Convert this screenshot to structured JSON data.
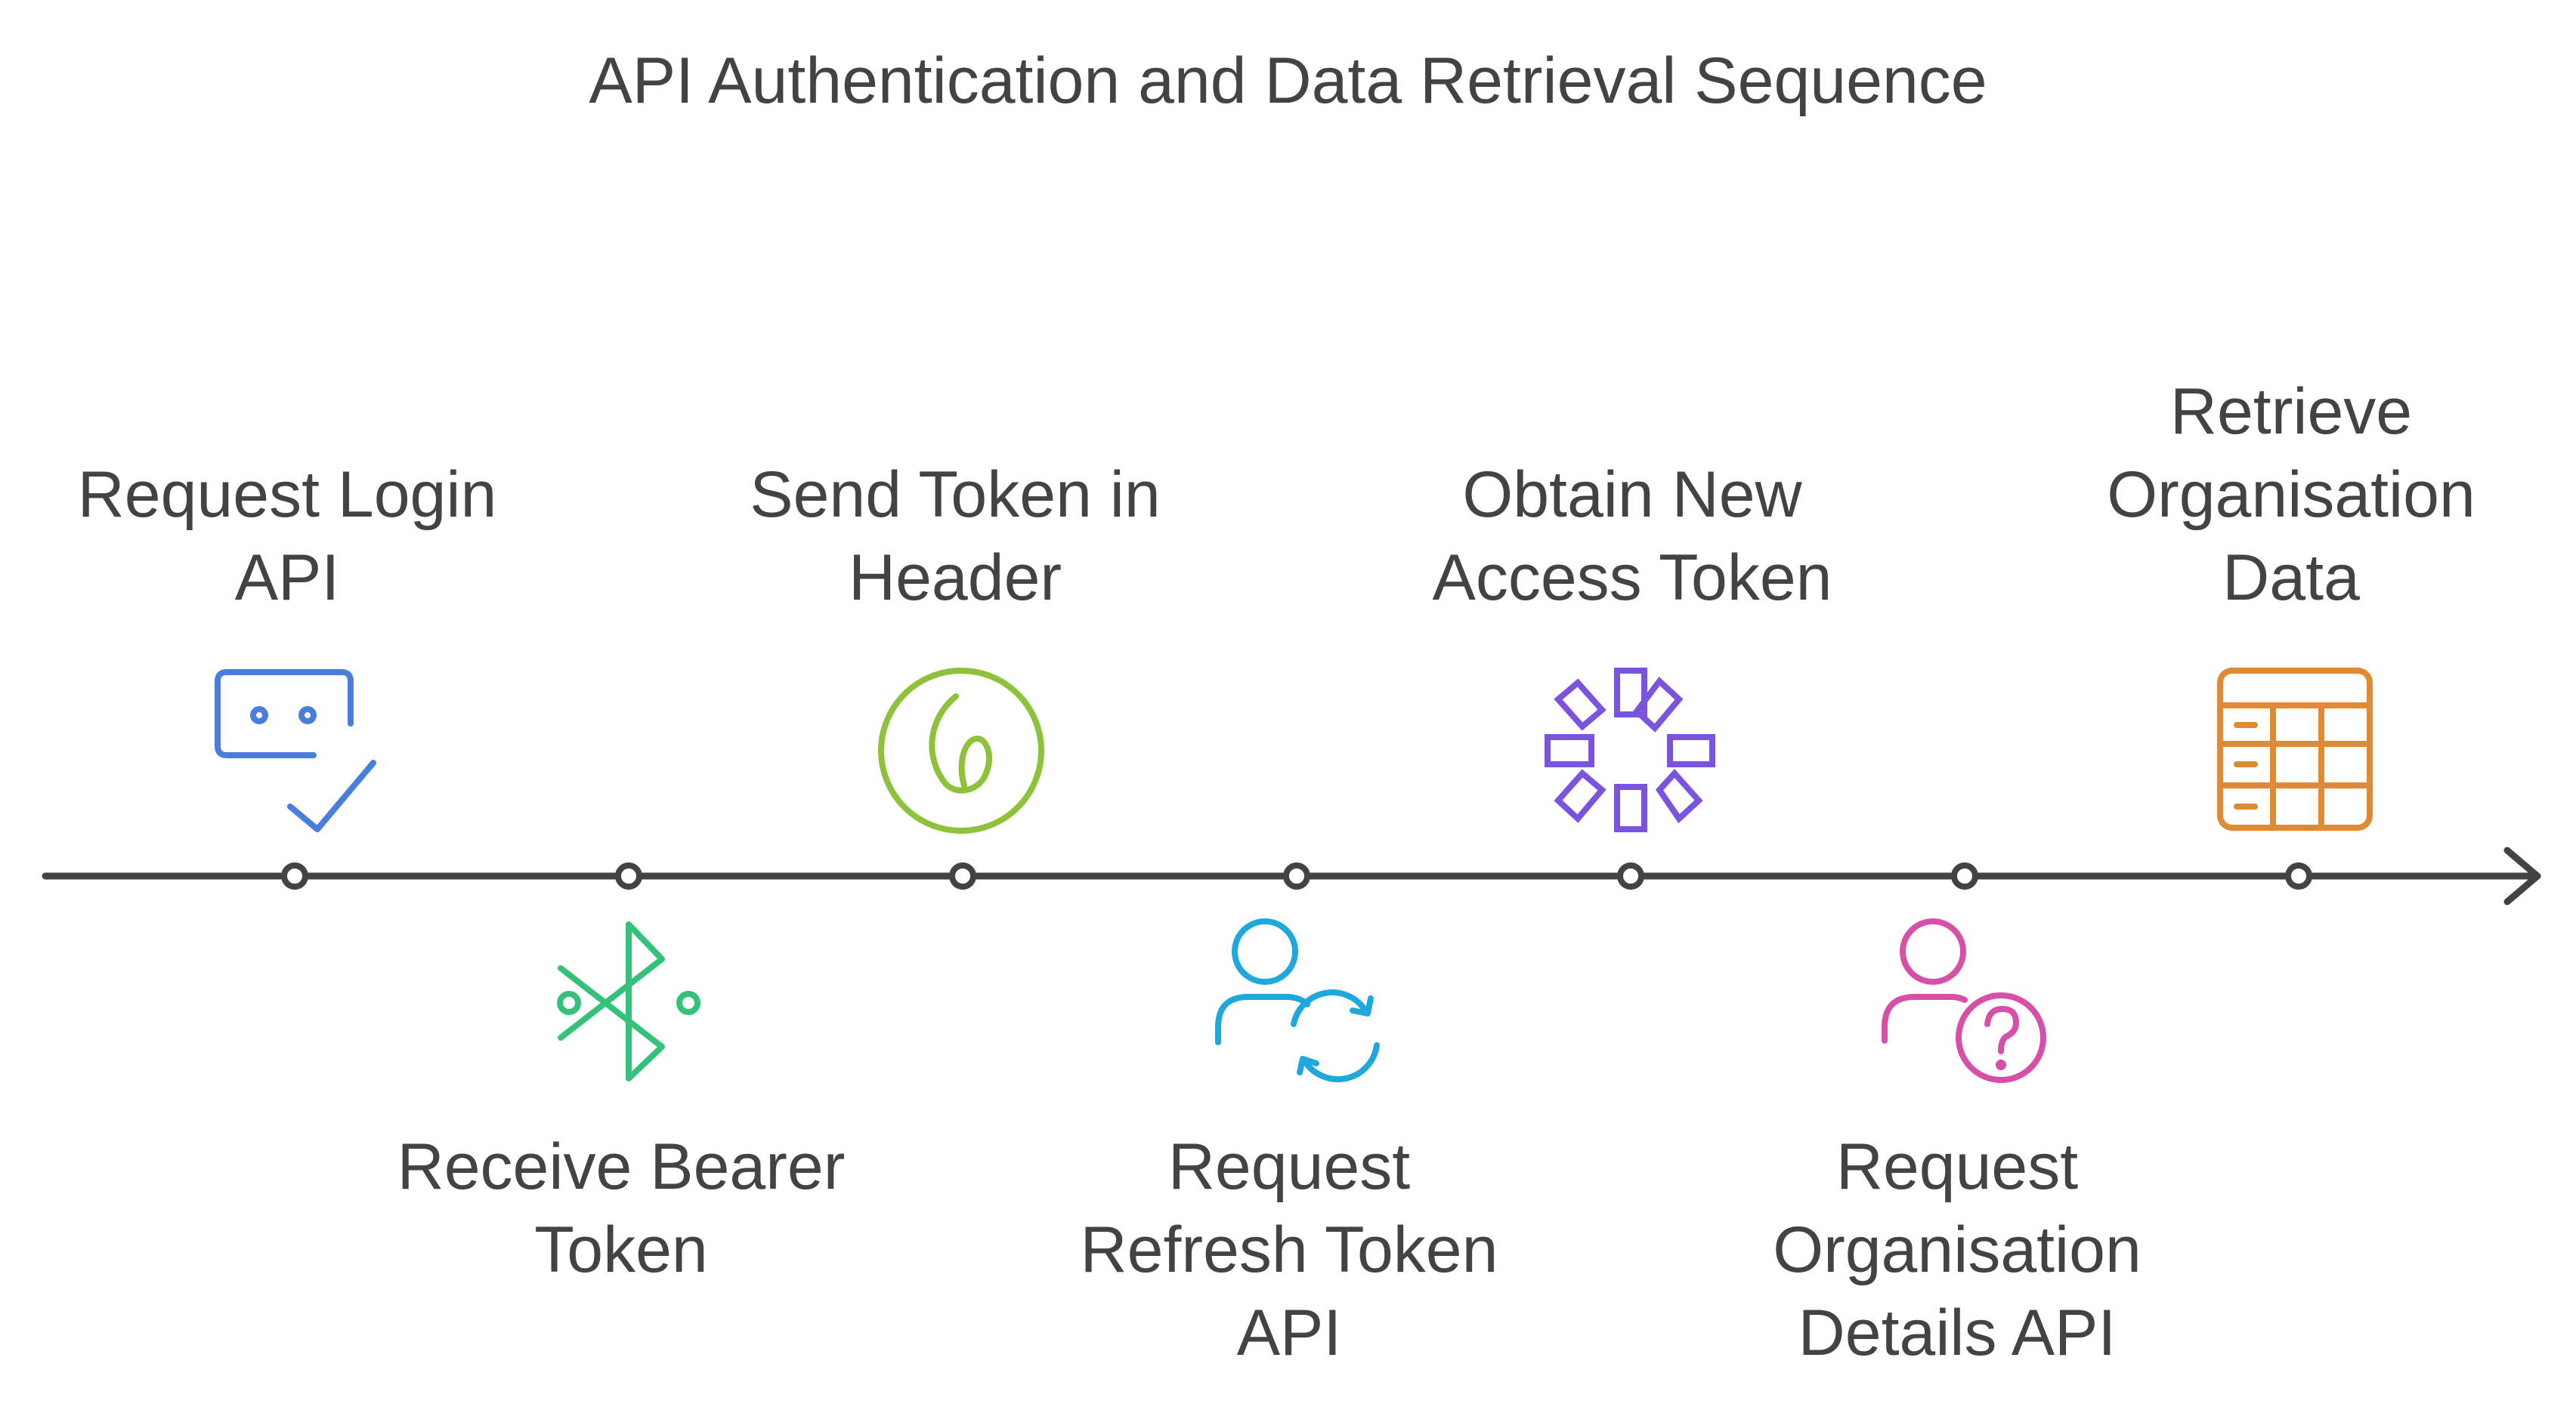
{
  "title": "API Authentication and Data Retrieval Sequence",
  "steps": [
    {
      "label_lines": [
        "Request Login",
        "API"
      ],
      "icon": "chat-check-icon",
      "color": "#4a7ede",
      "position": "above"
    },
    {
      "label_lines": [
        "Receive Bearer",
        "Token"
      ],
      "icon": "bluetooth-icon",
      "color": "#34c27a",
      "position": "below"
    },
    {
      "label_lines": [
        "Send Token in",
        "Header"
      ],
      "icon": "leaf-circle-icon",
      "color": "#8dc23a",
      "position": "above"
    },
    {
      "label_lines": [
        "Request",
        "Refresh Token",
        "API"
      ],
      "icon": "user-refresh-icon",
      "color": "#1fa8de",
      "position": "below"
    },
    {
      "label_lines": [
        "Obtain New",
        "Access Token"
      ],
      "icon": "asterisk-burst-icon",
      "color": "#7a53e0",
      "position": "above"
    },
    {
      "label_lines": [
        "Request",
        "Organisation",
        "Details API"
      ],
      "icon": "user-question-icon",
      "color": "#d84fa8",
      "position": "below"
    },
    {
      "label_lines": [
        "Retrieve",
        "Organisation",
        "Data"
      ],
      "icon": "table-icon",
      "color": "#e08a33",
      "position": "above"
    }
  ],
  "timeline_color": "#434343"
}
